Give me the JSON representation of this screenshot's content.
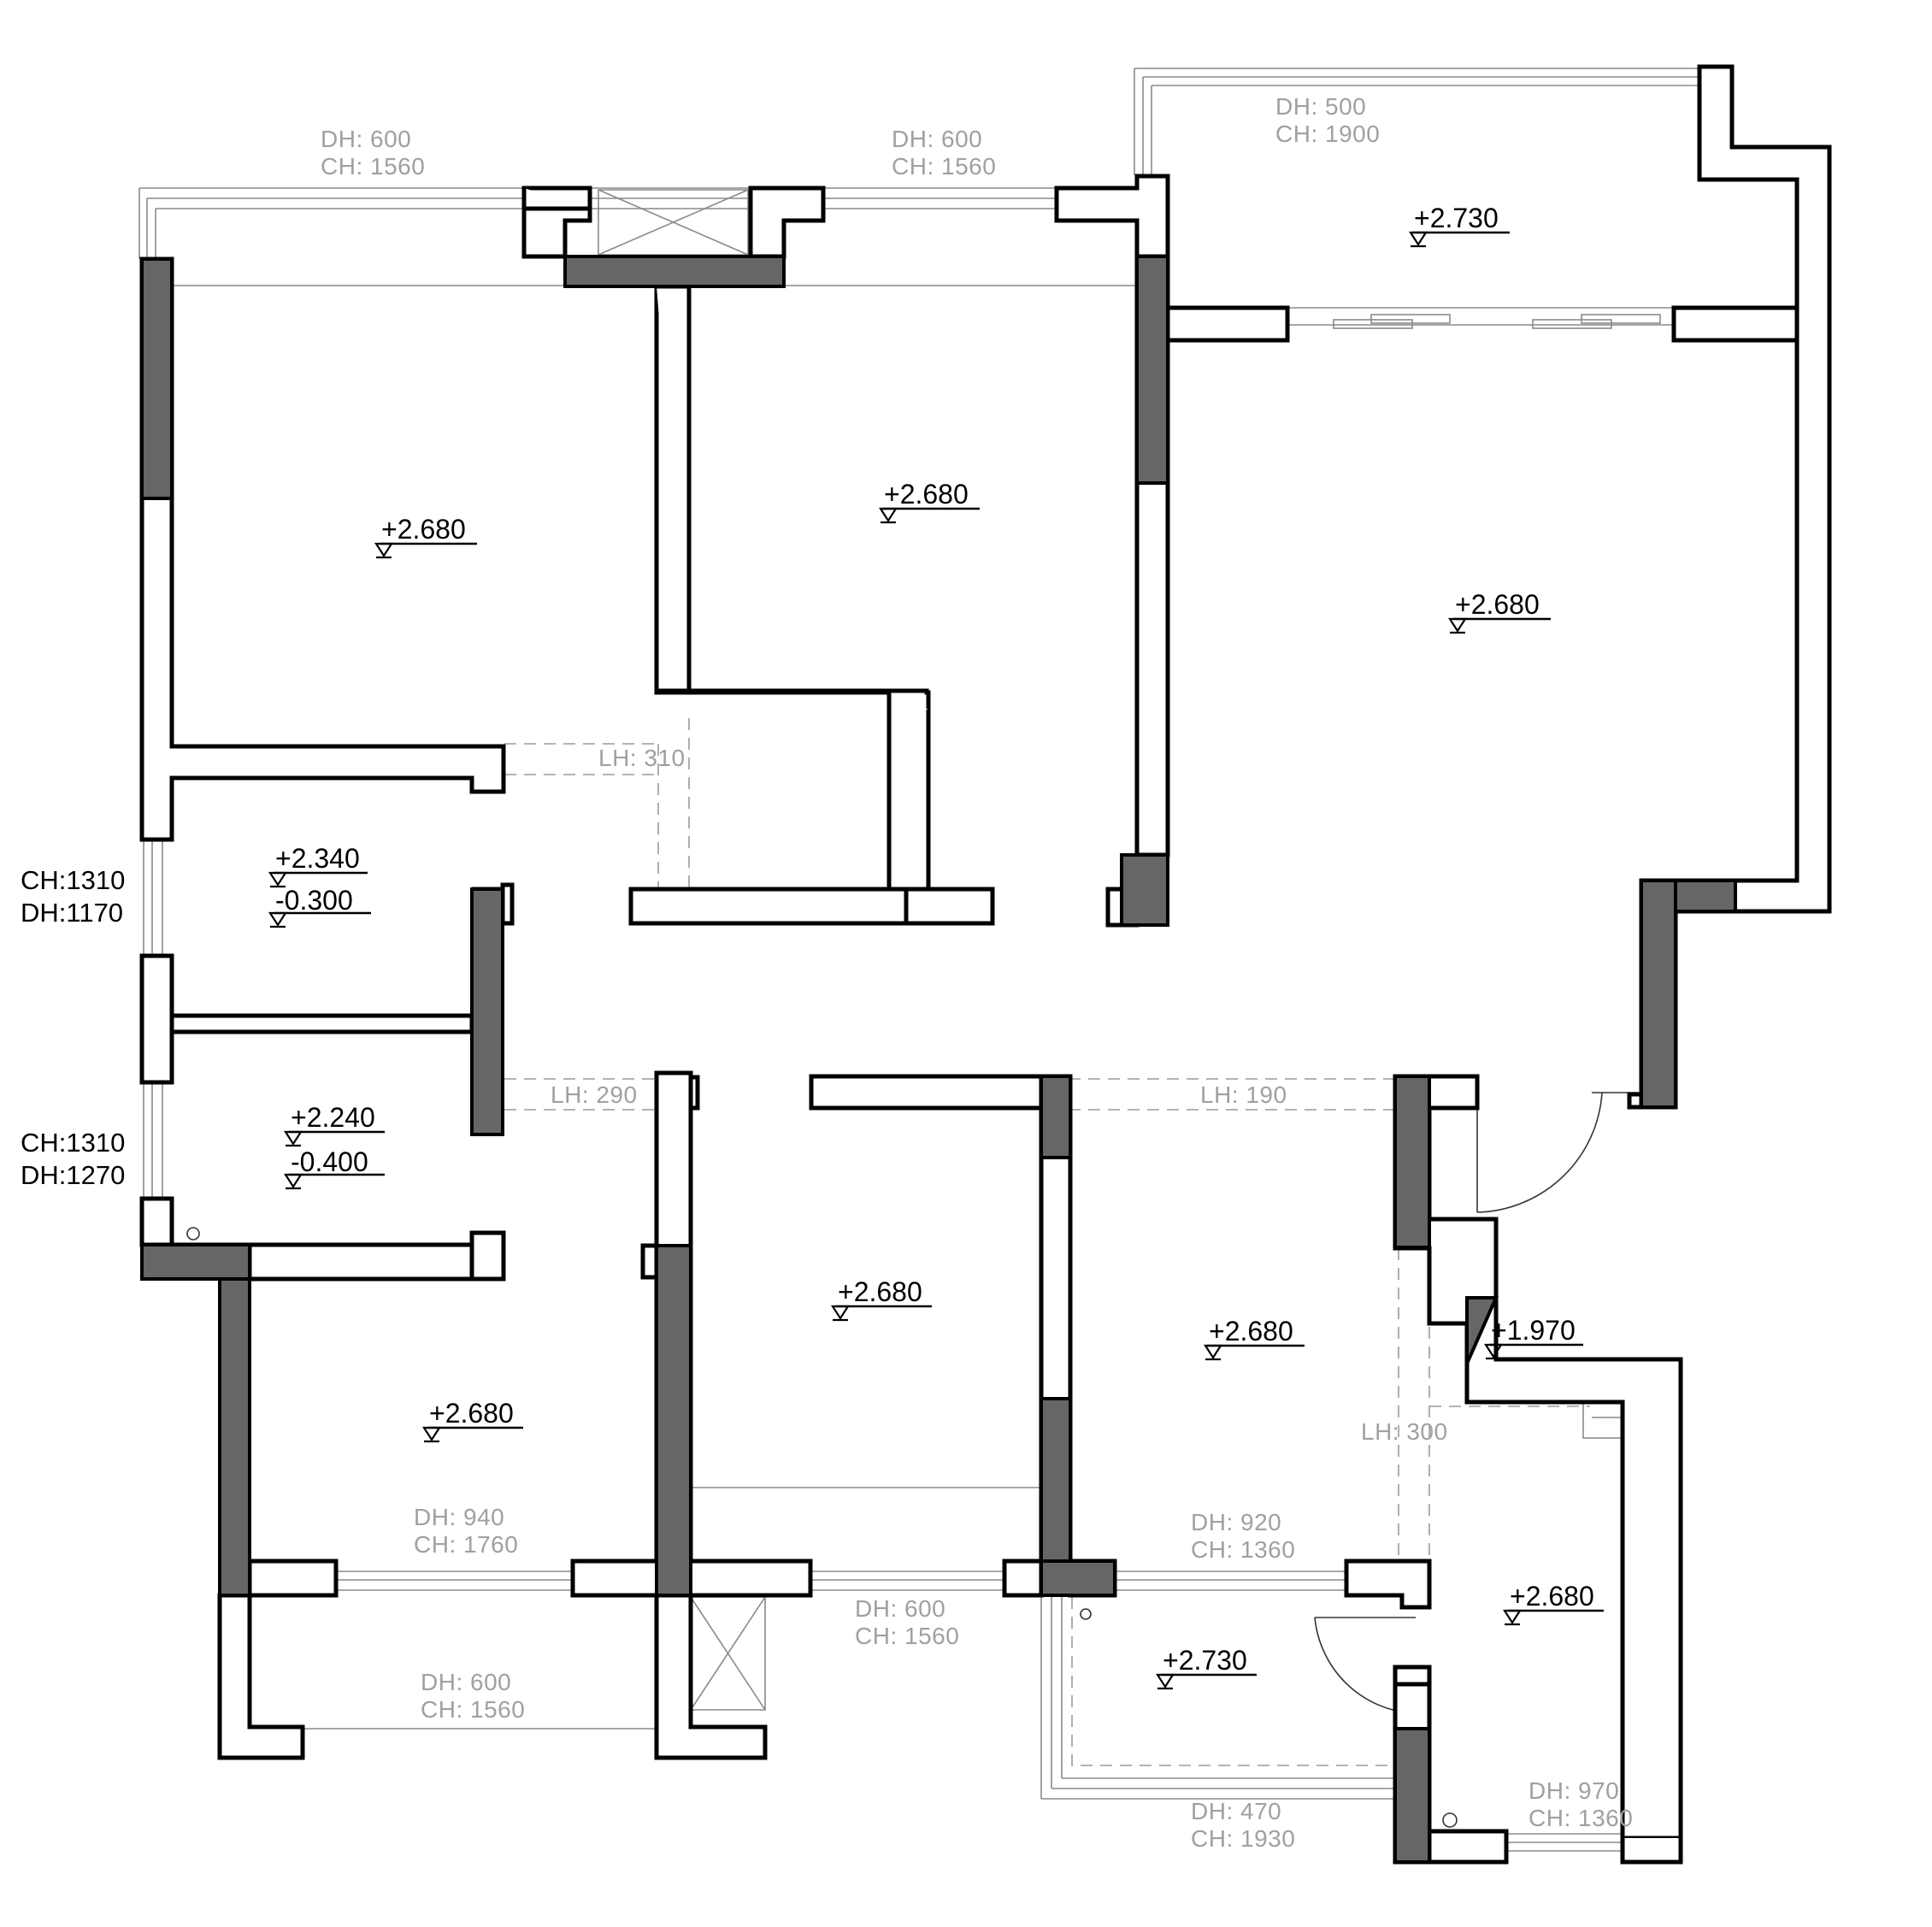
{
  "floor_levels": [
    {
      "id": "lvl-bedroom-nw",
      "text": "+2.680"
    },
    {
      "id": "lvl-bedroom-n",
      "text": "+2.680"
    },
    {
      "id": "lvl-balcony-ne",
      "text": "+2.730"
    },
    {
      "id": "lvl-living",
      "text": "+2.680"
    },
    {
      "id": "lvl-bath-upper",
      "text": "+2.340"
    },
    {
      "id": "lvl-bath-upper-drop",
      "text": "-0.300"
    },
    {
      "id": "lvl-bath-lower",
      "text": "+2.240"
    },
    {
      "id": "lvl-bath-lower-drop",
      "text": "-0.400"
    },
    {
      "id": "lvl-bedroom-sw",
      "text": "+2.680"
    },
    {
      "id": "lvl-bedroom-s",
      "text": "+2.680"
    },
    {
      "id": "lvl-dining",
      "text": "+2.680"
    },
    {
      "id": "lvl-entry-step",
      "text": "+1.970"
    },
    {
      "id": "lvl-kitchen",
      "text": "+2.680"
    },
    {
      "id": "lvl-balcony-s",
      "text": "+2.730"
    }
  ],
  "openings": {
    "win_n1": {
      "dh": "DH: 600",
      "ch": "CH: 1560"
    },
    "win_n2": {
      "dh": "DH: 600",
      "ch": "CH: 1560"
    },
    "win_ne": {
      "dh": "DH: 500",
      "ch": "CH: 1900"
    },
    "win_w1": {
      "ch": "CH:1310",
      "dh": "DH:1170"
    },
    "win_w2": {
      "ch": "CH:1310",
      "dh": "DH:1270"
    },
    "win_s1": {
      "dh": "DH: 940",
      "ch": "CH: 1760"
    },
    "win_s2": {
      "dh": "DH: 600",
      "ch": "CH: 1560"
    },
    "win_s3": {
      "dh": "DH: 600",
      "ch": "CH: 1560"
    },
    "win_s4": {
      "dh": "DH: 920",
      "ch": "CH: 1360"
    },
    "win_s5": {
      "dh": "DH: 470",
      "ch": "CH: 1930"
    },
    "win_s6": {
      "dh": "DH: 970",
      "ch": "CH: 1360"
    }
  },
  "lintels": {
    "lh_1": "LH: 310",
    "lh_2": "LH: 290",
    "lh_3": "LH: 190",
    "lh_4": "LH: 300"
  }
}
